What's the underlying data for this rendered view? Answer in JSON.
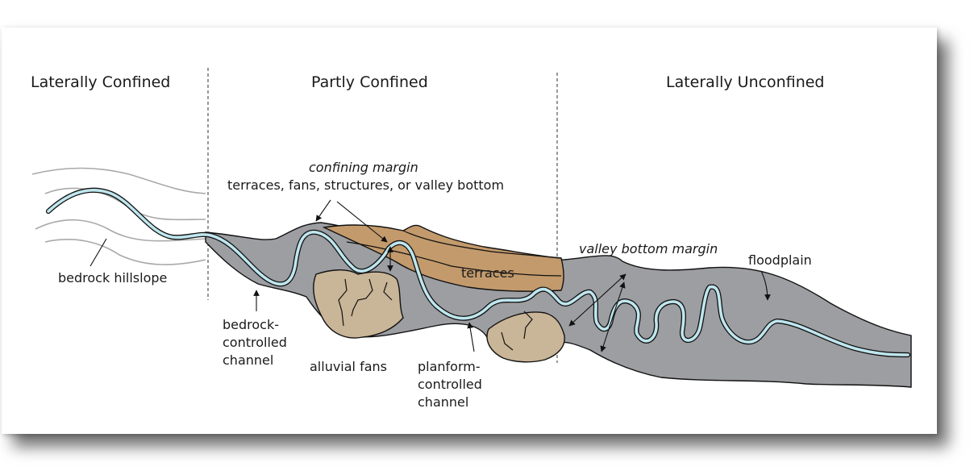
{
  "regions": {
    "laterally_confined": "Laterally Confined",
    "partly_confined": "Partly Confined",
    "laterally_unconfined": "Laterally Unconfined"
  },
  "labels": {
    "confining_margin": "confining margin",
    "confining_margin_detail": "terraces, fans, structures, or valley bottom",
    "bedrock_hillslope": "bedrock hillslope",
    "bedrock_channel_1": "bedrock-",
    "bedrock_channel_2": "controlled",
    "bedrock_channel_3": "channel",
    "alluvial_fans": "alluvial fans",
    "planform_channel_1": "planform-",
    "planform_channel_2": "controlled",
    "planform_channel_3": "channel",
    "terraces": "terraces",
    "valley_bottom_margin": "valley bottom margin",
    "floodplain": "floodplain"
  },
  "colors": {
    "valley_floor": "#9d9ea2",
    "terrace": "#c39a6c",
    "alluvial_fan": "#c9b597",
    "channel": "#bfe6ee",
    "hillslope_lines": "#a9a9a9",
    "outline": "#111111"
  }
}
